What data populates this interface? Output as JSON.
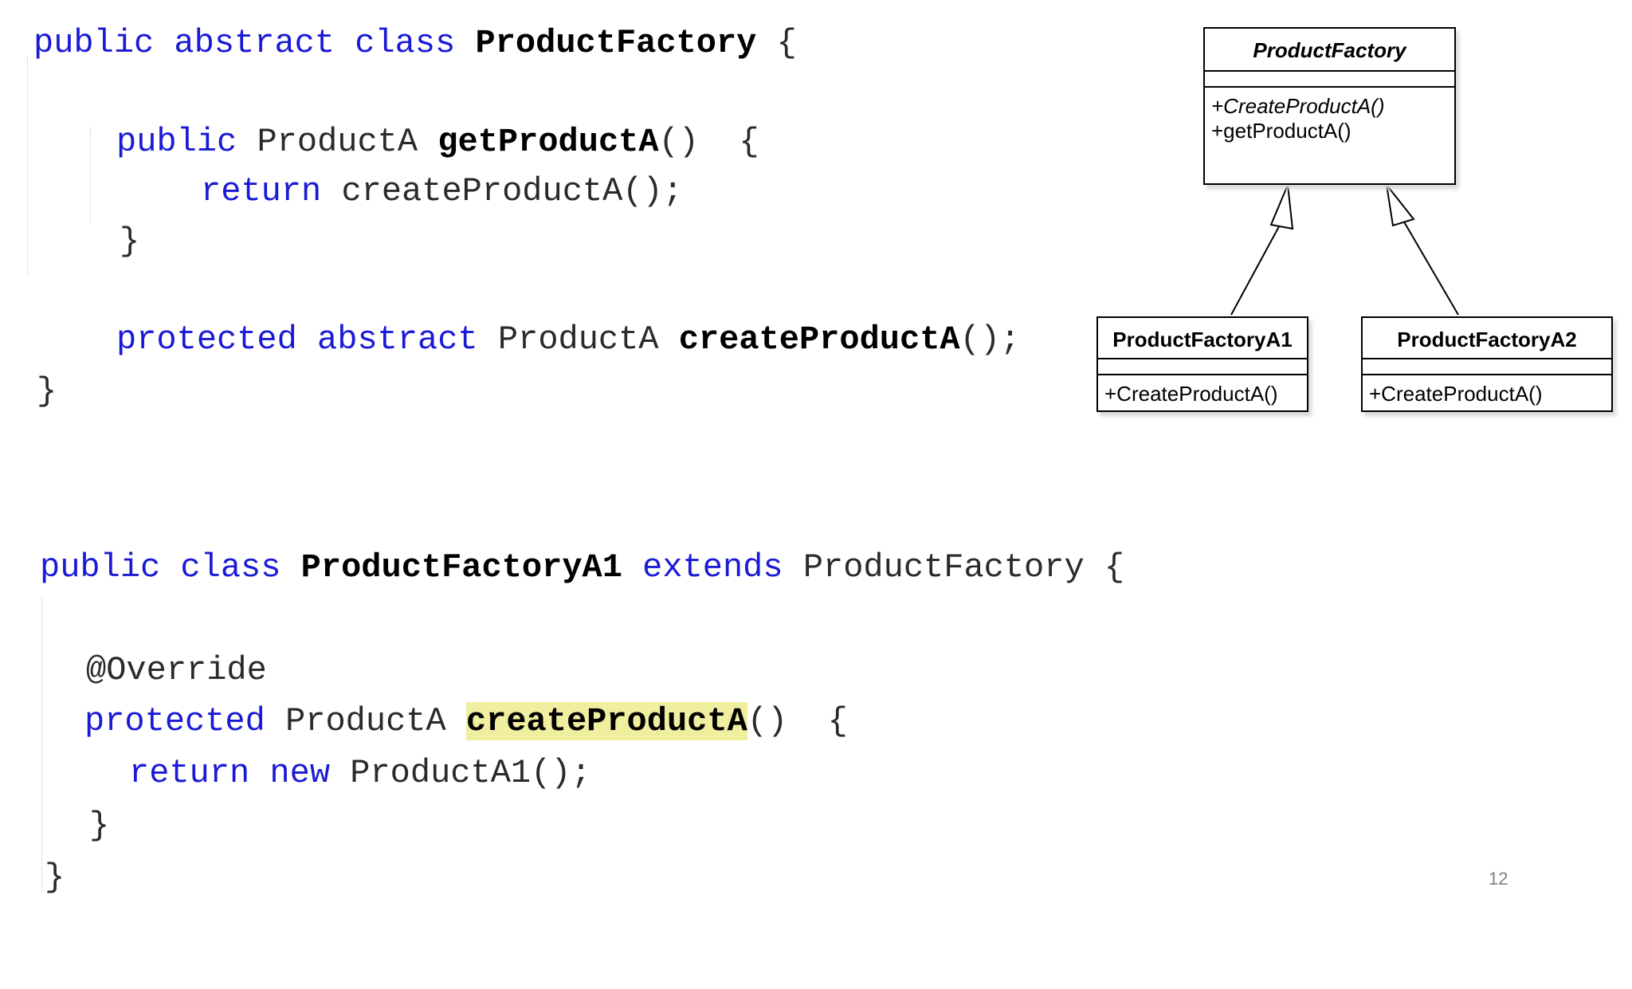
{
  "code_top": {
    "line1": {
      "kw": "public abstract class",
      "name": "ProductFactory",
      "rest": "{"
    },
    "line2": {
      "kw": "public",
      "type": "ProductA",
      "name": "getProductA",
      "rest": "()  {"
    },
    "line3": {
      "kw": "return",
      "rest": "createProductA();"
    },
    "line4": {
      "rest": "}"
    },
    "line5": {
      "kw": "protected abstract",
      "type": "ProductA",
      "name": "createProductA",
      "rest": "();"
    },
    "line6": {
      "rest": "}"
    }
  },
  "code_bottom": {
    "line1": {
      "kw1": "public class",
      "name": "ProductFactoryA1",
      "kw2": "extends",
      "type": "ProductFactory",
      "rest": "{"
    },
    "line2": {
      "rest": "@Override"
    },
    "line3": {
      "kw": "protected",
      "type": "ProductA",
      "name": "createProductA",
      "rest": "()  {"
    },
    "line4": {
      "kw": "return new",
      "rest": "ProductA1();"
    },
    "line5": {
      "rest": "}"
    },
    "line6": {
      "rest": "}"
    }
  },
  "uml": {
    "parent": {
      "name": "ProductFactory",
      "methods": [
        "+CreateProductA()",
        "+getProductA()"
      ]
    },
    "child1": {
      "name": "ProductFactoryA1",
      "methods": [
        "+CreateProductA()"
      ]
    },
    "child2": {
      "name": "ProductFactoryA2",
      "methods": [
        "+CreateProductA()"
      ]
    },
    "colors": {
      "keyword": "#1a1ad6",
      "highlight": "#f0ee9f",
      "border": "#000000"
    }
  },
  "slide_number": "12"
}
